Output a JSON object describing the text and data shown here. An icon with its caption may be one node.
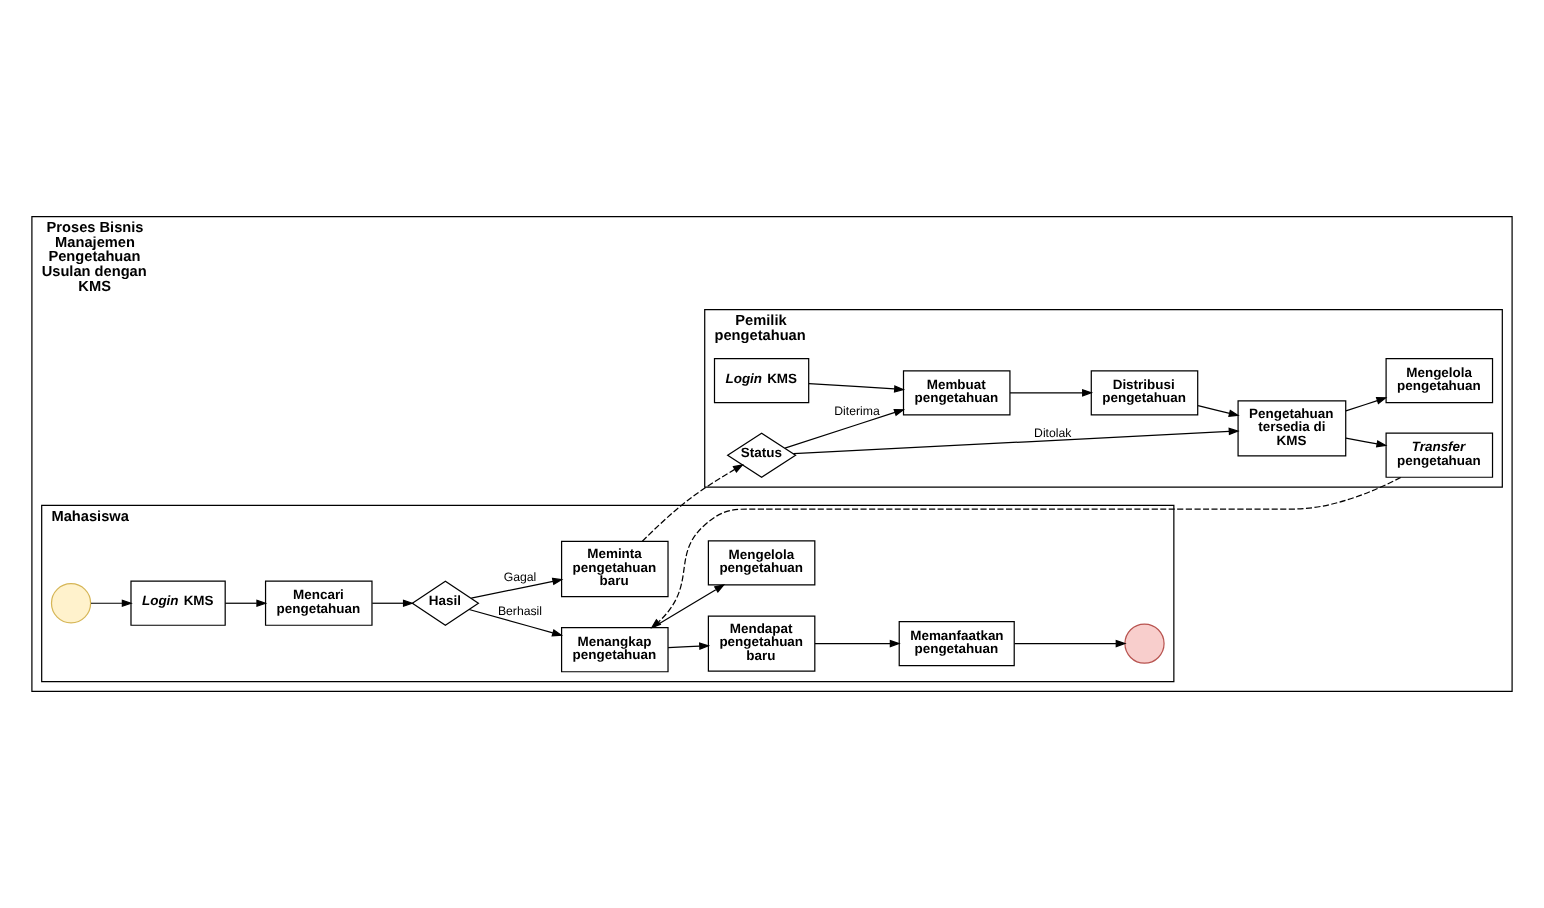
{
  "diagram": {
    "nodes": [
      {
        "text": [
          "Proses Bisnis Manajemen Pengetahuan Usulan dengan KMS"
        ]
      },
      {
        "text": [
          "Pemilik pengetahuan"
        ],
        "in": 0
      },
      {
        "text": [
          "Mahasiswa"
        ],
        "in": 0
      },
      {
        "text": [
          "*Login* KMS"
        ],
        "in": 1
      },
      {
        "text": [
          "Membuat pengetahuan"
        ],
        "in": 1
      },
      {
        "text": [
          "Distribusi pengetahuan"
        ],
        "in": 1
      },
      {
        "text": [
          "Pengetahuan tersedia di KMS"
        ],
        "in": 1
      },
      {
        "text": [
          "Mengelola pengetahuan"
        ],
        "in": 1
      },
      {
        "text": [
          "Status"
        ],
        "in": 1
      },
      {
        "text": [
          "*Transfer* pengetahuan"
        ],
        "in": 1
      },
      {
        "text": [],
        "shape": "circle",
        "in": 2
      },
      {
        "text": [
          "*Login* KMS"
        ],
        "in": 2
      },
      {
        "text": [
          "Mencari pengetahuan"
        ],
        "in": 2
      },
      {
        "text": [
          "Hasil"
        ],
        "in": 2
      },
      {
        "text": [
          "Meminta pengetahuan baru"
        ],
        "in": 2
      },
      {
        "text": [
          "Menangkap pengetahuan"
        ],
        "in": 2
      },
      {
        "text": [
          "Mendapat pengetahuan baru"
        ],
        "in": 2
      },
      {
        "text": [
          "Memanfaatkan pengetahuan"
        ],
        "in": 2
      },
      {
        "text": [],
        "shape": "circle",
        "in": 2
      },
      {
        "text": [
          "Mengelola pengetahuan"
        ],
        "in": 2
      }
    ],
    "edges": [
      {
        "from": 3,
        "to": 4,
        "arrow": "to"
      },
      {
        "from": 4,
        "to": 5,
        "arrow": "to"
      },
      {
        "from": 5,
        "to": 6,
        "arrow": "to"
      },
      {
        "from": 6,
        "to": 7,
        "arrow": "to"
      },
      {
        "from": 6,
        "to": 9,
        "arrow": "to"
      },
      {
        "from": 8,
        "to": 4,
        "arrow": "to",
        "label": "Diterima"
      },
      {
        "from": 8,
        "to": 6,
        "arrow": "to",
        "label": "Ditolak"
      },
      {
        "from": 9,
        "to": 15,
        "arrow": "to",
        "style": "dashed"
      },
      {
        "from": 14,
        "to": 8,
        "arrow": "to",
        "style": "dashed"
      },
      {
        "from": 10,
        "to": 11,
        "arrow": "to"
      },
      {
        "from": 11,
        "to": 12,
        "arrow": "to"
      },
      {
        "from": 12,
        "to": 13,
        "arrow": "to"
      },
      {
        "from": 13,
        "to": 14,
        "arrow": "to",
        "label": "Gagal"
      },
      {
        "from": 13,
        "to": 15,
        "arrow": "to",
        "label": "Berhasil"
      },
      {
        "from": 15,
        "to": 16,
        "arrow": "to"
      },
      {
        "from": 16,
        "to": 17,
        "arrow": "to"
      },
      {
        "from": 17,
        "to": 18,
        "arrow": "to"
      },
      {
        "from": 15,
        "to": 19,
        "arrow": "to"
      }
    ]
  }
}
